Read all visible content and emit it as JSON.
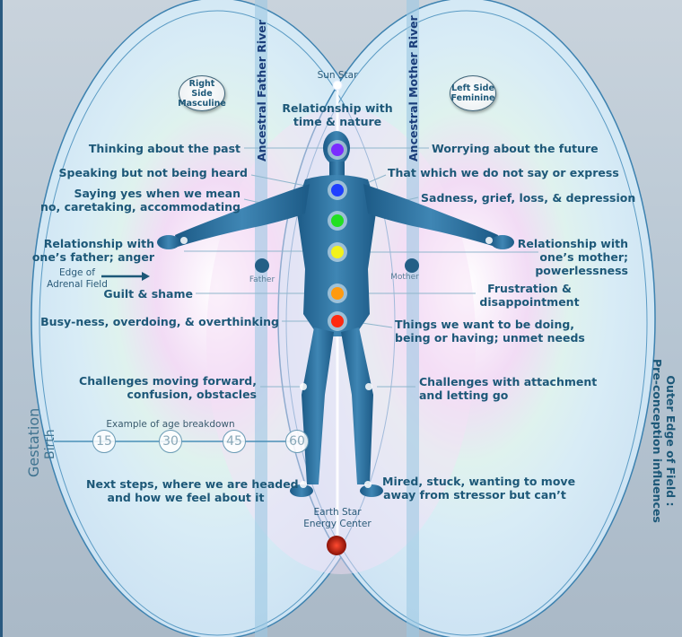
{
  "top": {
    "sun_star": "Sun Star",
    "relationship_time": [
      "Relationship with",
      "time & nature"
    ]
  },
  "badges": {
    "right_side": [
      "Right Side",
      "Masculine"
    ],
    "left_side": [
      "Left Side",
      "Feminine"
    ]
  },
  "rivers": {
    "father": "Ancestral Father River",
    "mother": "Ancestral Mother River"
  },
  "left_labels": {
    "past": "Thinking about the past",
    "speaking": "Speaking but not being heard",
    "saying_yes": [
      "Saying yes when we mean",
      "no, caretaking, accommodating"
    ],
    "father_rel": [
      "Relationship with",
      "one’s father; anger"
    ],
    "adrenal": [
      "Edge of",
      "Adrenal Field"
    ],
    "guilt": "Guilt & shame",
    "busy": "Busy-ness, overdoing, & overthinking",
    "challenges_forward": [
      "Challenges moving forward,",
      "confusion, obstacles"
    ],
    "next_steps": [
      "Next steps, where we are headed",
      "and how we feel about it"
    ]
  },
  "right_labels": {
    "future": "Worrying about the future",
    "not_say": "That which we do not say or express",
    "sadness": "Sadness, grief, loss, & depression",
    "mother_rel": [
      "Relationship with",
      "one’s mother;",
      "powerlessness"
    ],
    "frustration": [
      "Frustration &",
      "disappointment"
    ],
    "things": [
      "Things we want to be doing,",
      "being or having; unmet needs"
    ],
    "attachment": [
      "Challenges with attachment",
      "and letting go"
    ],
    "mired": [
      "Mired, stuck, wanting to move",
      "away from stressor but can’t"
    ]
  },
  "parents": {
    "father": "Father",
    "mother": "Mother"
  },
  "age": {
    "title": "Example of age breakdown",
    "ticks": [
      "15",
      "30",
      "45",
      "60"
    ],
    "gestation": "Gestation",
    "birth": "Birth"
  },
  "earth_star": [
    "Earth Star",
    "Energy Center"
  ],
  "outer_edge": [
    "Outer Edge of Field :",
    "Pre-conception influences"
  ],
  "colors": {
    "text": "#1d5878",
    "chakras": [
      "#7a2cff",
      "#1f3fff",
      "#22e022",
      "#f2f21a",
      "#ff9a10",
      "#ff2a10"
    ],
    "earth_star": "#b01a10"
  }
}
